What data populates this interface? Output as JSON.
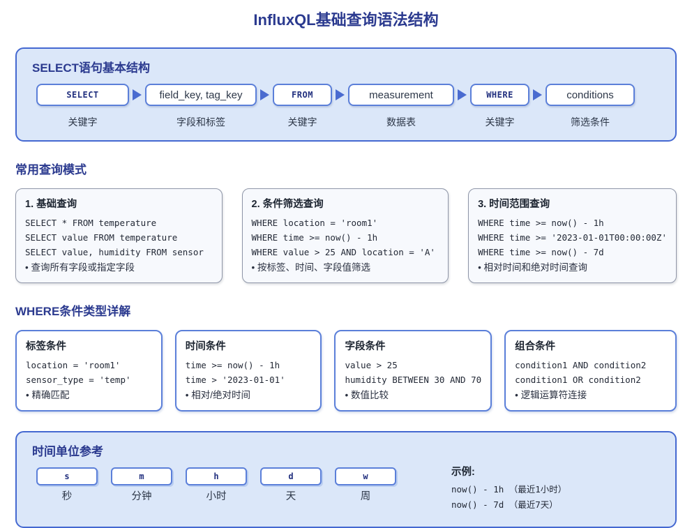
{
  "page": {
    "title": "InfluxQL基础查询语法结构"
  },
  "colors": {
    "accent_navy": "#2b3a8f",
    "panel_background": "#dbe7f9",
    "panel_border": "#4468d1",
    "box_border": "#5b7fd9",
    "keyword_text": "#22307f",
    "arrow": "#4a6bd0",
    "pattern_card_background": "#f7f9fd",
    "pattern_card_border": "#8f96a8"
  },
  "select_structure": {
    "title": "SELECT语句基本结构",
    "flow": [
      {
        "box": "SELECT",
        "label": "关键字",
        "kind": "keyword"
      },
      {
        "box": "field_key, tag_key",
        "label": "字段和标签",
        "kind": "value"
      },
      {
        "box": "FROM",
        "label": "关键字",
        "kind": "keyword"
      },
      {
        "box": "measurement",
        "label": "数据表",
        "kind": "value"
      },
      {
        "box": "WHERE",
        "label": "关键字",
        "kind": "keyword"
      },
      {
        "box": "conditions",
        "label": "筛选条件",
        "kind": "value"
      }
    ]
  },
  "query_patterns": {
    "title": "常用查询模式",
    "cards": [
      {
        "heading": "1. 基础查询",
        "code": [
          "SELECT * FROM temperature",
          "SELECT value FROM temperature",
          "SELECT value, humidity FROM sensor"
        ],
        "note": "• 查询所有字段或指定字段"
      },
      {
        "heading": "2. 条件筛选查询",
        "code": [
          "WHERE location = 'room1'",
          "WHERE time >= now() - 1h",
          "WHERE value > 25 AND location = 'A'"
        ],
        "note": "• 按标签、时间、字段值筛选"
      },
      {
        "heading": "3. 时间范围查询",
        "code": [
          "WHERE time >= now() - 1h",
          "WHERE time >= '2023-01-01T00:00:00Z'",
          "WHERE time >= now() - 7d"
        ],
        "note": "• 相对时间和绝对时间查询"
      }
    ]
  },
  "where_types": {
    "title": "WHERE条件类型详解",
    "cards": [
      {
        "heading": "标签条件",
        "code": [
          "location = 'room1'",
          "sensor_type = 'temp'"
        ],
        "note": "• 精确匹配"
      },
      {
        "heading": "时间条件",
        "code": [
          "time >= now() - 1h",
          "time > '2023-01-01'"
        ],
        "note": "• 相对/绝对时间"
      },
      {
        "heading": "字段条件",
        "code": [
          "value > 25",
          "humidity BETWEEN 30 AND 70"
        ],
        "note": "• 数值比较"
      },
      {
        "heading": "组合条件",
        "code": [
          "condition1 AND condition2",
          "condition1 OR condition2"
        ],
        "note": "• 逻辑运算符连接"
      }
    ]
  },
  "time_units": {
    "title": "时间单位参考",
    "units": [
      {
        "unit": "s",
        "label": "秒"
      },
      {
        "unit": "m",
        "label": "分钟"
      },
      {
        "unit": "h",
        "label": "小时"
      },
      {
        "unit": "d",
        "label": "天"
      },
      {
        "unit": "w",
        "label": "周"
      }
    ],
    "examples_heading": "示例:",
    "examples": [
      "now() - 1h （最近1小时）",
      "now() - 7d （最近7天）"
    ]
  }
}
